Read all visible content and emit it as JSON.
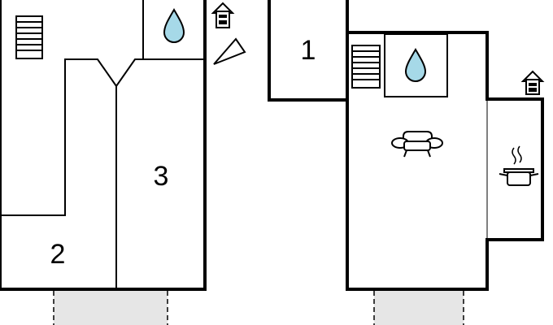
{
  "floor_plan": {
    "rooms": [
      {
        "id": "room-1",
        "label": "1"
      },
      {
        "id": "room-2",
        "label": "2"
      },
      {
        "id": "room-3",
        "label": "3"
      }
    ],
    "icons": [
      "stairs-icon",
      "water-drop-icon",
      "chimney-icon",
      "sofa-icon",
      "cooking-pot-icon"
    ],
    "colors": {
      "walls": "#000000",
      "water": "#a6d9e8",
      "terrace": "#e6e6e6",
      "background": "#ffffff"
    }
  }
}
